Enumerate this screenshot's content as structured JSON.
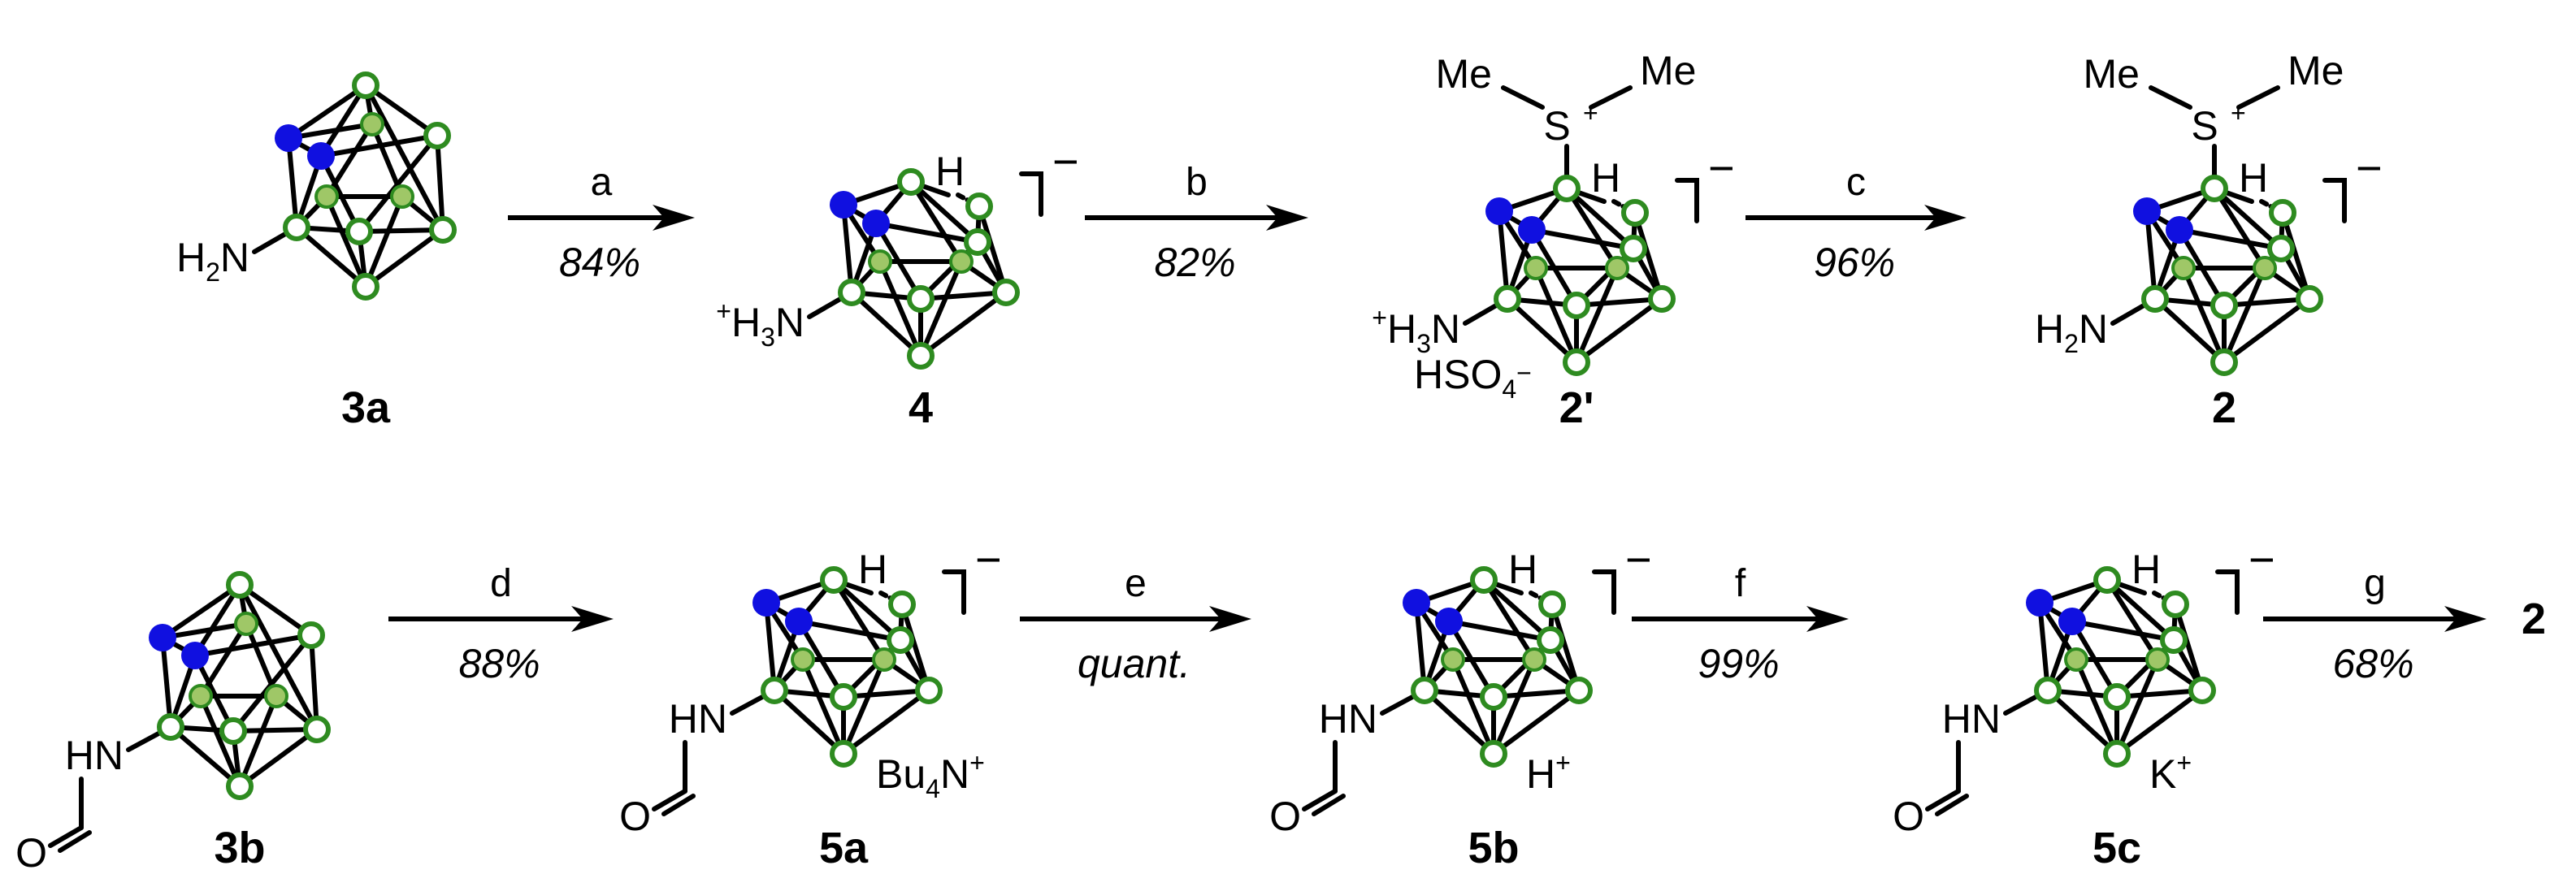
{
  "colors": {
    "carbon": "#1010e0",
    "boron": "#2e8b20",
    "boron_back": "#9fc767",
    "bond": "#000000"
  },
  "clusters": [
    {
      "name": "3a",
      "type": "closo",
      "label": "3a",
      "sub": [
        {
          "text": "H",
          "size": "main"
        },
        {
          "text": "2",
          "size": "sub"
        },
        {
          "text": "N",
          "size": "main"
        }
      ]
    },
    {
      "name": "4",
      "type": "nido",
      "label": "4",
      "h": "H",
      "charge": "−",
      "sub": [
        {
          "text": "+",
          "size": "sup"
        },
        {
          "text": "H",
          "size": "main"
        },
        {
          "text": "3",
          "size": "sub"
        },
        {
          "text": "N",
          "size": "main"
        }
      ]
    },
    {
      "name": "2prime",
      "type": "nido",
      "label": "2'",
      "h": "H",
      "charge": "−",
      "sme2": true,
      "sme": [
        "Me",
        "S",
        "+",
        "Me"
      ],
      "sub": [
        {
          "text": "+",
          "size": "sup"
        },
        {
          "text": "H",
          "size": "main"
        },
        {
          "text": "3",
          "size": "sub"
        },
        {
          "text": "N",
          "size": "main"
        }
      ],
      "counter": [
        {
          "text": "HSO",
          "size": "main"
        },
        {
          "text": "4",
          "size": "sub"
        },
        {
          "text": "−",
          "size": "sup"
        }
      ]
    },
    {
      "name": "2",
      "type": "nido",
      "label": "2",
      "h": "H",
      "charge": "−",
      "sme2": true,
      "sme": [
        "Me",
        "S",
        "+",
        "Me"
      ],
      "sub": [
        {
          "text": "H",
          "size": "main"
        },
        {
          "text": "2",
          "size": "sub"
        },
        {
          "text": "N",
          "size": "main"
        }
      ]
    },
    {
      "name": "3b",
      "type": "closo",
      "label": "3b",
      "formamide": true,
      "sub": [
        {
          "text": "HN",
          "size": "main"
        }
      ],
      "oxy": "O"
    },
    {
      "name": "5a",
      "type": "nido",
      "label": "5a",
      "h": "H",
      "charge": "−",
      "formamide": true,
      "sub": [
        {
          "text": "HN",
          "size": "main"
        }
      ],
      "oxy": "O",
      "counter": [
        {
          "text": "Bu",
          "size": "main"
        },
        {
          "text": "4",
          "size": "sub"
        },
        {
          "text": "N",
          "size": "main"
        },
        {
          "text": "+",
          "size": "sup"
        }
      ]
    },
    {
      "name": "5b",
      "type": "nido",
      "label": "5b",
      "h": "H",
      "charge": "−",
      "formamide": true,
      "sub": [
        {
          "text": "HN",
          "size": "main"
        }
      ],
      "oxy": "O",
      "counter": [
        {
          "text": "H",
          "size": "main"
        },
        {
          "text": "+",
          "size": "sup"
        }
      ]
    },
    {
      "name": "5c",
      "type": "nido",
      "label": "5c",
      "h": "H",
      "charge": "−",
      "formamide": true,
      "sub": [
        {
          "text": "HN",
          "size": "main"
        }
      ],
      "oxy": "O",
      "counter": [
        {
          "text": "K",
          "size": "main"
        },
        {
          "text": "+",
          "size": "sup"
        }
      ]
    }
  ],
  "arrows": [
    {
      "name": "a",
      "letter": "a",
      "yield": "84%"
    },
    {
      "name": "b",
      "letter": "b",
      "yield": "82%"
    },
    {
      "name": "c",
      "letter": "c",
      "yield": "96%"
    },
    {
      "name": "d",
      "letter": "d",
      "yield": "88%"
    },
    {
      "name": "e",
      "letter": "e",
      "yield": "quant."
    },
    {
      "name": "f",
      "letter": "f",
      "yield": "99%"
    },
    {
      "name": "g",
      "letter": "g",
      "yield": "68%"
    }
  ],
  "final_product": "2"
}
